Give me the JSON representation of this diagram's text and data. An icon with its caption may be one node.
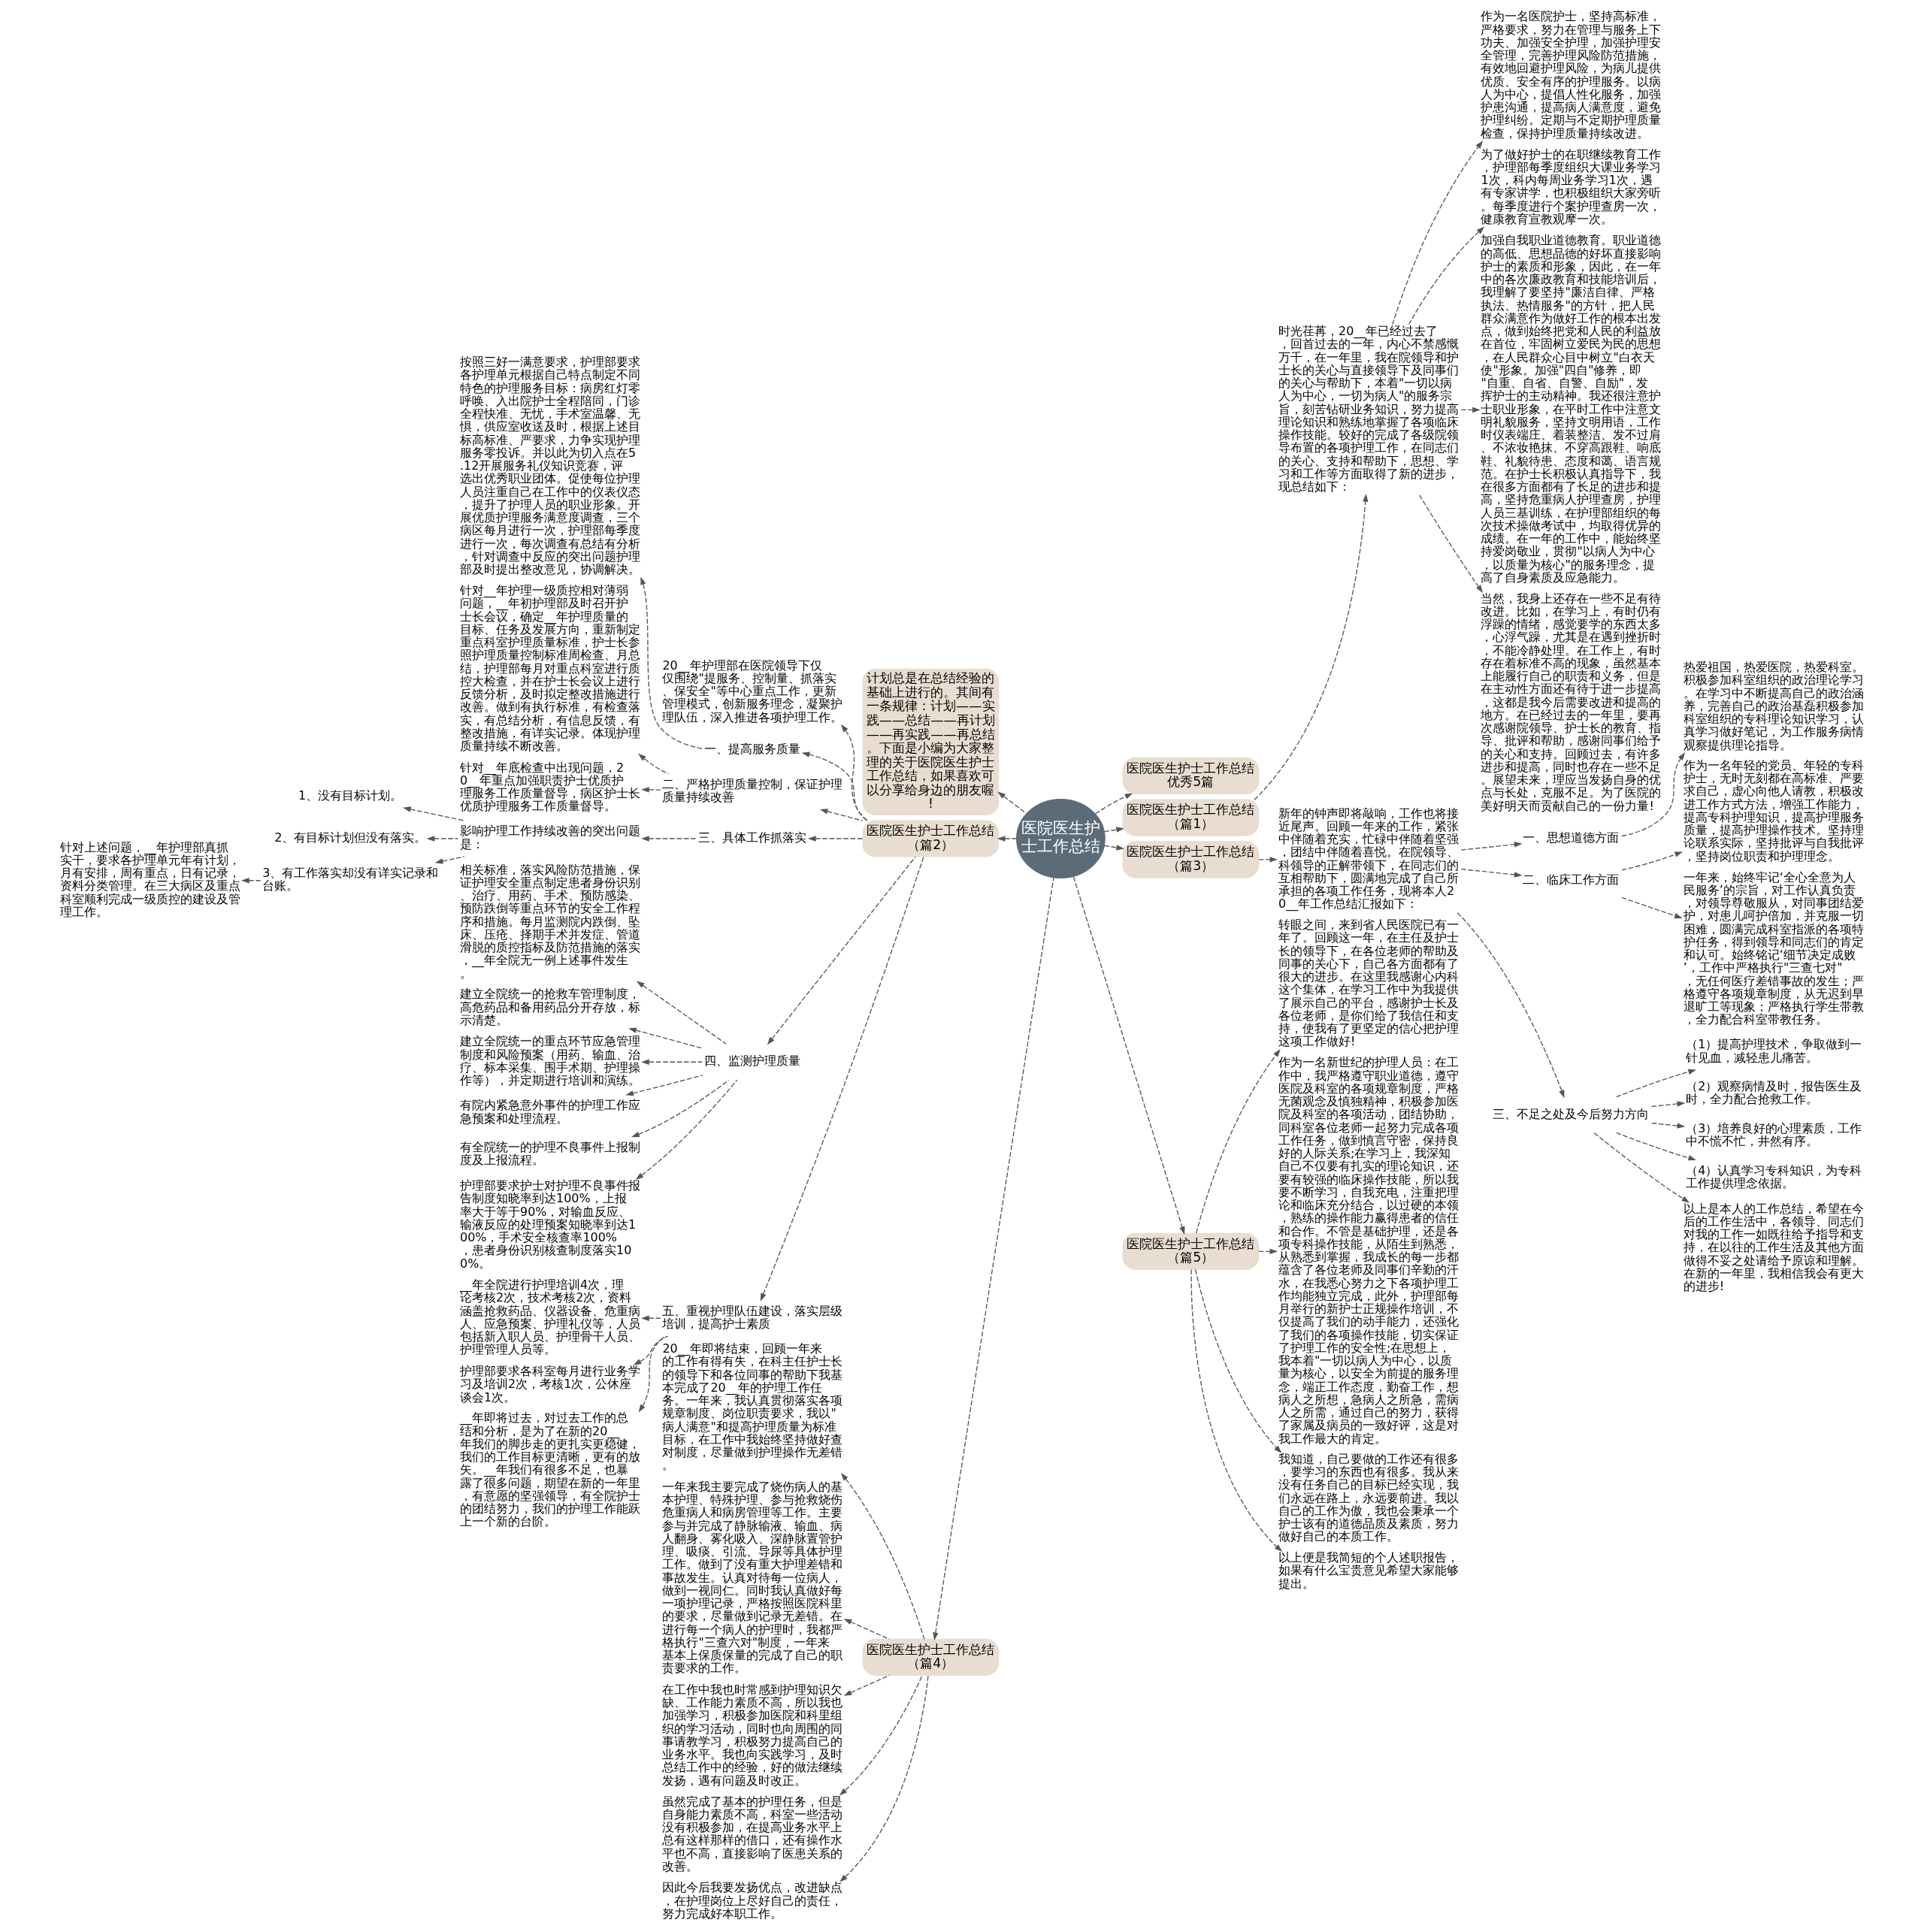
{
  "diagram": {
    "nodes": [
      {
        "text": [
          "医院医生护士工作总结"
        ]
      },
      {
        "text": [
          "计划总是在总结经验的基础上进行的。其间有一条规律：计划——实践——总结——再计划——再实践——再总结。下面是小编为大家整理的关于医院医生护士工作总结，如果喜欢可以分享给身边的朋友喔!"
        ]
      },
      {
        "text": [
          "医院医生护士工作总结优秀5篇"
        ]
      },
      {
        "text": [
          "医院医生护士工作总结（篇1）"
        ]
      },
      {
        "text": [
          "时光荏苒，20__年已经过去了，回首过去的一年，内心不禁感慨万千，在一年里，我在院领导和护士长的关心与直接领导下及同事们的关心与帮助下，本着\"一切以病人为中心，一切为病人\"的服务宗旨，刻苦钻研业务知识，努力提高理论知识和熟练地掌握了各项临床操作技能。较好的完成了各级院领导布置的各项护理工作，在同志们的关心、支持和帮助下，思想、学习和工作等方面取得了新的进步，现总结如下："
        ]
      },
      {
        "text": [
          "作为一名医院护士，坚持高标准，严格要求，努力在管理与服务上下功夫、加强安全护理，加强护理安全管理，完善护理风险防范措施，有效地回避护理风险，为病儿提供优质、安全有序的护理服务。以病人为中心，提倡人性化服务，加强护患沟通，提高病人满意度，避免护理纠纷。定期与不定期护理质量检查，保持护理质量持续改进。"
        ]
      },
      {
        "text": [
          "为了做好护士的在职继续教育工作，护理部每季度组织大课业务学习1次，科内每周业务学习1次，遇有专家讲学，也积极组织大家旁听。每季度进行个案护理查房一次，健康教育宣教观摩一次。"
        ]
      },
      {
        "text": [
          "加强自我职业道德教育。职业道德的高低、思想品德的好坏直接影响护士的素质和形象，因此，在一年中的各次廉政教育和技能培训后，我理解了要坚持\"廉洁自律、严格执法、热情服务\"的方针，把人民群众满意作为做好工作的根本出发点，做到始终把党和人民的利益放在首位，牢固树立爱民为民的思想，在人民群众心目中树立\"白衣天使\"形象。加强\"四自\"修养，即\"自重、自省、自警、自励\"，发挥护士的主动精神。我还很注意护士职业形象，在平时工作中注意文明礼貌服务，坚持文明用语，工作时仪表端庄、着装整洁、发不过肩、不浓妆艳抹、不穿高跟鞋、响底鞋、礼貌待患、态度和蔼、语言规范。在护士长积极认真指导下，我在很多方面都有了长足的进步和提高，坚持危重病人护理查房，护理人员三基训练，在护理部组织的每次技术操做考试中，均取得优异的成绩。在一年的工作中，能始终坚持爱岗敬业，贯彻\"以病人为中心，以质量为核心\"的服务理念，提高了自身素质及应急能力。"
        ]
      },
      {
        "text": [
          "当然，我身上还存在一些不足有待改进。比如，在学习上，有时仍有浮躁的情绪，感觉要学的东西太多，心浮气躁，尤其是在遇到挫折时，不能冷静处理。在工作上，有时存在着标准不高的现象，虽然基本上能履行自己的职责和义务，但是在主动性方面还有待于进一步提高，这都是我今后需要改进和提高的地方。在已经过去的一年里，要再次感谢院领导、护士长的教育、指导、批评和帮助，感谢同事们给予的关心和支持。回顾过去，有许多进步和提高，同时也存在一些不足。展望未来，理应当发扬自身的优点与长处，克服不足。为了医院的美好明天而贡献自己的一份力量!"
        ]
      },
      {
        "text": [
          "医院医生护士工作总结（篇2）"
        ]
      },
      {
        "text": [
          "20__年护理部在医院领导下仅仅围绕\"提服务、控制量、抓落实、保安全\"等中心重点工作，更新管理模式，创新服务理念，凝聚护理队伍，深入推进各项护理工作。"
        ]
      },
      {
        "text": [
          "一、提高服务质量"
        ]
      },
      {
        "text": [
          "按照三好一满意要求，护理部要求各护理单元根据自己特点制定不同特色的护理服务目标：病房红灯零呼唤、入出院护士全程陪同，门诊全程快准、无忧，手术室温馨、无惧，供应室收送及时，根据上述目标高标准、严要求，力争实现护理服务零投诉。并以此为切入点在5.12开展服务礼仪知识竞赛，评选出优秀职业团体。促使每位护理人员注重自己在工作中的仪表仪态，提升了护理人员的职业形象。开展优质护理服务满意度调查，三个病区每月进行一次，护理部每季度进行一次，每次调查有总结有分析，针对调查中反应的突出问题护理部及时提出整改意见，协调解决。"
        ]
      },
      {
        "text": [
          "二、严格护理质量控制，保证护理质量持续改善"
        ]
      },
      {
        "text": [
          "针对__年护理一级质控相对薄弱问题，__年初护理部及时召开护士长会议，确定__年护理质量的目标、任务及发展方向，重新制定重点科室护理质量标准，护士长参照护理质量控制标准周检查、月总结，护理部每月对重点科室进行质控大检查，并在护士长会议上进行反馈分析，及时拟定整改措施进行改善。做到有执行标准，有检查落实，有总结分析，有信息反馈，有整改措施，有详实记录。体现护理质量持续不断改善。"
        ]
      },
      {
        "text": [
          "针对__年底检查中出现问题，20__年重点加强职责护士优质护理服务工作质量督导，病区护士长优质护理服务工作质量督导。"
        ]
      },
      {
        "text": [
          "三、具体工作抓落实"
        ]
      },
      {
        "text": [
          "影响护理工作持续改善的突出问题是："
        ]
      },
      {
        "text": [
          "1、没有目标计划。"
        ]
      },
      {
        "text": [
          "2、有目标计划但没有落实。"
        ]
      },
      {
        "text": [
          "3、有工作落实却没有详实记录和台账。"
        ]
      },
      {
        "text": [
          "针对上述问题，__年护理部真抓实干，要求各护理单元年有计划，月有安排，周有重点，日有记录，资料分类管理。在三大病区及重点科室顺利完成一级质控的建设及管理工作。"
        ]
      },
      {
        "text": [
          "四、监测护理质量"
        ]
      },
      {
        "text": [
          "相关标准，落实风险防范措施，保证护理安全重点制定患者身份识别、治疗、用药、手术、预防感染、预防跌倒等重点环节的安全工作程序和措施。每月监测院内跌倒、坠床、压疮、择期手术并发症、管道滑脱的质控指标及防范措施的落实，__年全院无一例上述事件发生。"
        ]
      },
      {
        "text": [
          "建立全院统一的抢救车管理制度，高危药品和备用药品分开存放，标示清楚。"
        ]
      },
      {
        "text": [
          "建立全院统一的重点环节应急管理制度和风险预案（用药、输血、治疗、标本采集、围手术期、护理操作等），并定期进行培训和演练。"
        ]
      },
      {
        "text": [
          "有院内紧急意外事件的护理工作应急预案和处理流程。"
        ]
      },
      {
        "text": [
          "有全院统一的护理不良事件上报制度及上报流程。"
        ]
      },
      {
        "text": [
          "护理部要求护士对护理不良事件报告制度知晓率到达100%，上报率大于等于90%，对输血反应、输液反应的处理预案知晓率到达100%，手术安全核查率100%，患者身份识别核查制度落实100%。"
        ]
      },
      {
        "text": [
          "五、重视护理队伍建设，落实层级培训，提高护士素质"
        ]
      },
      {
        "text": [
          "__年全院进行护理培训4次，理论考核2次，技术考核2次，资料涵盖抢救药品、仪器设备、危重病人、应急预案、护理礼仪等，人员包括新入职人员、护理骨干人员、护理管理人员等。"
        ]
      },
      {
        "text": [
          "护理部要求各科室每月进行业务学习及培训2次，考核1次，公休座谈会1次。"
        ]
      },
      {
        "text": [
          "__年即将过去，对过去工作的总结和分析，是为了在新的20__年我们的脚步走的更扎实更稳健，我们的工作目标更清晰，更有的放矢。__年我们有很多不足，也暴露了很多问题，期望在新的一年里，有意愿的坚强领导，有全院护士的团结努力，我们的护理工作能跃上一个新的台阶。"
        ]
      },
      {
        "text": [
          "医院医生护士工作总结（篇3）"
        ]
      },
      {
        "text": [
          "新年的钟声即将敲响，工作也将接近尾声。回顾一年来的工作，紧张中伴随着充实，忙碌中伴随着坚强，团结中伴随着喜悦。在院领导、科领导的正解带领下，在同志们的互相帮助下，圆满地完成了自己所承担的各项工作任务，现将本人20__年工作总结汇报如下："
        ]
      },
      {
        "text": [
          "一、思想道德方面"
        ]
      },
      {
        "text": [
          "热爱祖国，热爱医院，热爱科室。积极参加科室组织的政治理论学习。在学习中不断提高自己的政治涵养，完善自己的政治基磊积极参加科室组织的专科理论知识学习，认真学习做好笔记，为工作服务病情观察提供理论指导。"
        ]
      },
      {
        "text": [
          "二、临床工作方面"
        ]
      },
      {
        "text": [
          "作为一名年轻的党员、年轻的专科护士，无时无刻都在高标准、严要求自己，虚心向他人请教，积极改进工作方式方法，增强工作能力，提高专科护理知识，提高护理服务质量，提高护理操作技术。坚持理论联系实际，坚持批评与自我批评，坚持岗位职责和护理理念。"
        ]
      },
      {
        "text": [
          "一年来，始终牢记‘全心全意为人民服务’的宗旨，对工作认真负责，对领导尊敬服从，对同事团结爱护，对患儿呵护倍加，并克服一切困难，圆满完成科室指派的各项特护任务，得到领导和同志们的肯定和认可。始终铭记‘细节决定成败’，工作中严格执行\"三查七对\"，无任何医疗差错事故的发生；严格遵守各项规章制度，从无迟到早退旷工等现象；严格执行学生带教，全力配合科室带教任务。"
        ]
      },
      {
        "text": [
          "三、不足之处及今后努力方向"
        ]
      },
      {
        "text": [
          "（1）提高护理技术，争取做到一针见血，减轻患儿痛苦。"
        ]
      },
      {
        "text": [
          "（2）观察病情及时，报告医生及时，全力配合抢救工作。"
        ]
      },
      {
        "text": [
          "（3）培养良好的心理素质，工作中不慌不忙，井然有序。"
        ]
      },
      {
        "text": [
          "（4）认真学习专科知识，为专科工作提供理念依据。"
        ]
      },
      {
        "text": [
          "以上是本人的工作总结，希望在今后的工作生活中，各领导、同志们对我的工作一如既往给予指导和支持，在以往的工作生活及其他方面做得不妥之处请给予原谅和理解。在新的一年里，我相信我会有更大的进步!"
        ]
      },
      {
        "text": [
          "医院医生护士工作总结（篇4）"
        ]
      },
      {
        "text": [
          "20__年即将结束，回顾一年来的工作有得有失，在科主任护士长的领导下和各位同事的帮助下我基本完成了20__年的护理工作任务。一年来，我认真贯彻落实各项规章制度、岗位职责要求，我以\"病人满意\"和提高护理质量为标准目标，在工作中我始终坚持做好查对制度，尽量做到护理操作无差错。"
        ]
      },
      {
        "text": [
          "一年来我主要完成了烧伤病人的基本护理、特殊护理、参与抢救烧伤危重病人和病房管理等工作。主要参与并完成了静脉输液、输血、病人翻身、雾化吸入、深静脉置管护理、吸痰、引流、导尿等具体护理工作。做到了没有重大护理差错和事故发生。认真对待每一位病人，做到一视同仁。同时我认真做好每一项护理记录，严格按照医院科里的要求，尽量做到记录无差错。在进行每一个病人的护理时，我都严格执行\"三查六对\"制度，一年来基本上保质保量的完成了自己的职责要求的工作。"
        ]
      },
      {
        "text": [
          "在工作中我也时常感到护理知识欠缺、工作能力素质不高，所以我也加强学习，积极参加医院和科里组织的学习活动，同时也向周围的同事请教学习，积极努力提高自己的业务水平。我也向实践学习，及时总结工作中的经验，好的做法继续发扬，遇有问题及时改正。"
        ]
      },
      {
        "text": [
          "虽然完成了基本的护理任务，但是自身能力素质不高，科室一些活动没有积极参加，在提高业务水平上总有这样那样的借口，还有操作水平也不高，直接影响了医患关系的改善。"
        ]
      },
      {
        "text": [
          "因此今后我要发扬优点，改进缺点，在护理岗位上尽好自己的责任，努力完成好本职工作。"
        ]
      },
      {
        "text": [
          "医院医生护士工作总结（篇5）"
        ]
      },
      {
        "text": [
          "转眼之间，来到省人民医院已有一年了。回顾这一年，在主任及护士长的领导下，在各位老师的帮助及同事的关心下，自己各方面都有了很大的进步。在这里我感谢心内科这个集体，在学习工作中为我提供了展示自己的平台，感谢护士长及各位老师，是你们给了我信任和支持，使我有了更坚定的信心把护理这项工作做好!"
        ]
      },
      {
        "text": [
          "作为一名新世纪的护理人员：在工作中，我严格遵守职业道德，遵守医院及科室的各项规章制度，严格无菌观念及慎独精神，积极参加医院及科室的各项活动，团结协助，同科室各位老师一起努力完成各项工作任务，做到慎言守密，保持良好的人际关系;在学习上，我深知自己不仅要有扎实的理论知识，还要有较强的临床操作技能，所以我要不断学习，自我充电，注重把理论和临床充分结合，以过硬的本领，熟练的操作能力赢得患者的信任和合作。不管是基础护理，还是各项专科操作技能，从陌生到熟悉，从熟悉到掌握，我成长的每一步都蕴含了各位老师及同事们辛勤的汗水，在我悉心努力之下各项护理工作均能独立完成，此外，护理部每月举行的新护士正规操作培训，不仅提高了我们的动手能力，还强化了我们的各项操作技能，切实保证了护理工作的安全性;在思想上，我本着\"一切以病人为中心，以质量为核心，以安全为前提的服务理念，端正工作态度，勤奋工作，想病人之所想，急病人之所急，需病人之所需，通过自己的努力，获得了家属及病员的一致好评，这是对我工作最大的肯定。"
        ]
      },
      {
        "text": [
          "我知道，自己要做的工作还有很多，要学习的东西也有很多。我从来没有任务自己的目标已经实现，我们永远在路上，永远要前进。我以自己的工作为傲，我也会秉承一个护士该有的道德品质及素质，努力做好自己的本质工作。"
        ]
      },
      {
        "text": [
          "以上便是我简短的个人述职报告，如果有什么宝贵意见希望大家能够提出。"
        ]
      }
    ],
    "edges": [
      {
        "from": 0,
        "to": 1,
        "arrow": "to",
        "style": "dashed"
      },
      {
        "from": 0,
        "to": 2,
        "arrow": "to",
        "style": "dashed"
      },
      {
        "from": 0,
        "to": 3,
        "arrow": "to",
        "style": "dashed"
      },
      {
        "from": 3,
        "to": 4,
        "arrow": "to",
        "style": "dashed"
      },
      {
        "from": 4,
        "to": 5,
        "arrow": "to",
        "style": "dashed"
      },
      {
        "from": 4,
        "to": 6,
        "arrow": "to",
        "style": "dashed"
      },
      {
        "from": 4,
        "to": 7,
        "arrow": "to",
        "style": "dashed"
      },
      {
        "from": 4,
        "to": 8,
        "arrow": "to",
        "style": "dashed"
      },
      {
        "from": 0,
        "to": 9,
        "arrow": "to",
        "style": "dashed"
      },
      {
        "from": 9,
        "to": 10,
        "arrow": "to",
        "style": "dashed"
      },
      {
        "from": 9,
        "to": 11,
        "arrow": "to",
        "style": "dashed"
      },
      {
        "from": 11,
        "to": 12,
        "arrow": "to",
        "style": "dashed"
      },
      {
        "from": 9,
        "to": 13,
        "arrow": "to",
        "style": "dashed"
      },
      {
        "from": 13,
        "to": 14,
        "arrow": "to",
        "style": "dashed"
      },
      {
        "from": 13,
        "to": 15,
        "arrow": "to",
        "style": "dashed"
      },
      {
        "from": 9,
        "to": 16,
        "arrow": "to",
        "style": "dashed"
      },
      {
        "from": 16,
        "to": 17,
        "arrow": "to",
        "style": "dashed"
      },
      {
        "from": 17,
        "to": 18,
        "arrow": "to",
        "style": "dashed"
      },
      {
        "from": 17,
        "to": 19,
        "arrow": "to",
        "style": "dashed"
      },
      {
        "from": 17,
        "to": 20,
        "arrow": "to",
        "style": "dashed"
      },
      {
        "from": 20,
        "to": 21,
        "arrow": "to",
        "style": "dashed"
      },
      {
        "from": 9,
        "to": 22,
        "arrow": "to",
        "style": "dashed"
      },
      {
        "from": 22,
        "to": 23,
        "arrow": "to",
        "style": "dashed"
      },
      {
        "from": 22,
        "to": 24,
        "arrow": "to",
        "style": "dashed"
      },
      {
        "from": 22,
        "to": 25,
        "arrow": "to",
        "style": "dashed"
      },
      {
        "from": 22,
        "to": 26,
        "arrow": "to",
        "style": "dashed"
      },
      {
        "from": 22,
        "to": 27,
        "arrow": "to",
        "style": "dashed"
      },
      {
        "from": 22,
        "to": 28,
        "arrow": "to",
        "style": "dashed"
      },
      {
        "from": 9,
        "to": 29,
        "arrow": "to",
        "style": "dashed"
      },
      {
        "from": 29,
        "to": 30,
        "arrow": "to",
        "style": "dashed"
      },
      {
        "from": 29,
        "to": 31,
        "arrow": "to",
        "style": "dashed"
      },
      {
        "from": 29,
        "to": 32,
        "arrow": "to",
        "style": "dashed"
      },
      {
        "from": 0,
        "to": 33,
        "arrow": "to",
        "style": "dashed"
      },
      {
        "from": 33,
        "to": 34,
        "arrow": "to",
        "style": "dashed"
      },
      {
        "from": 34,
        "to": 35,
        "arrow": "to",
        "style": "dashed"
      },
      {
        "from": 35,
        "to": 36,
        "arrow": "to",
        "style": "dashed"
      },
      {
        "from": 34,
        "to": 37,
        "arrow": "to",
        "style": "dashed"
      },
      {
        "from": 37,
        "to": 38,
        "arrow": "to",
        "style": "dashed"
      },
      {
        "from": 37,
        "to": 39,
        "arrow": "to",
        "style": "dashed"
      },
      {
        "from": 34,
        "to": 40,
        "arrow": "to",
        "style": "dashed"
      },
      {
        "from": 40,
        "to": 41,
        "arrow": "to",
        "style": "dashed"
      },
      {
        "from": 40,
        "to": 42,
        "arrow": "to",
        "style": "dashed"
      },
      {
        "from": 40,
        "to": 43,
        "arrow": "to",
        "style": "dashed"
      },
      {
        "from": 40,
        "to": 44,
        "arrow": "to",
        "style": "dashed"
      },
      {
        "from": 40,
        "to": 45,
        "arrow": "to",
        "style": "dashed"
      },
      {
        "from": 0,
        "to": 46,
        "arrow": "to",
        "style": "dashed"
      },
      {
        "from": 46,
        "to": 47,
        "arrow": "to",
        "style": "dashed"
      },
      {
        "from": 46,
        "to": 48,
        "arrow": "to",
        "style": "dashed"
      },
      {
        "from": 46,
        "to": 49,
        "arrow": "to",
        "style": "dashed"
      },
      {
        "from": 46,
        "to": 50,
        "arrow": "to",
        "style": "dashed"
      },
      {
        "from": 46,
        "to": 51,
        "arrow": "to",
        "style": "dashed"
      },
      {
        "from": 0,
        "to": 52,
        "arrow": "to",
        "style": "dashed"
      },
      {
        "from": 52,
        "to": 53,
        "arrow": "to",
        "style": "dashed"
      },
      {
        "from": 52,
        "to": 54,
        "arrow": "to",
        "style": "dashed"
      },
      {
        "from": 52,
        "to": 55,
        "arrow": "to",
        "style": "dashed"
      },
      {
        "from": 52,
        "to": 56,
        "arrow": "to",
        "style": "dashed"
      }
    ]
  }
}
